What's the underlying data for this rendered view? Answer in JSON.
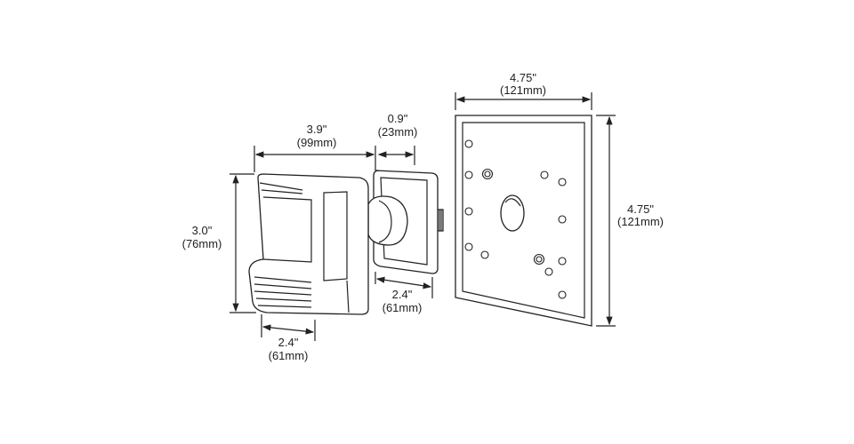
{
  "diagram": {
    "plate_width": {
      "inches": "4.75\"",
      "mm": "(121mm)"
    },
    "plate_height": {
      "inches": "4.75\"",
      "mm": "(121mm)"
    },
    "sensor_length": {
      "inches": "3.9\"",
      "mm": "(99mm)"
    },
    "mount_depth": {
      "inches": "0.9\"",
      "mm": "(23mm)"
    },
    "sensor_height": {
      "inches": "3.0\"",
      "mm": "(76mm)"
    },
    "sensor_width": {
      "inches": "2.4\"",
      "mm": "(61mm)"
    },
    "mount_width": {
      "inches": "2.4\"",
      "mm": "(61mm)"
    }
  }
}
